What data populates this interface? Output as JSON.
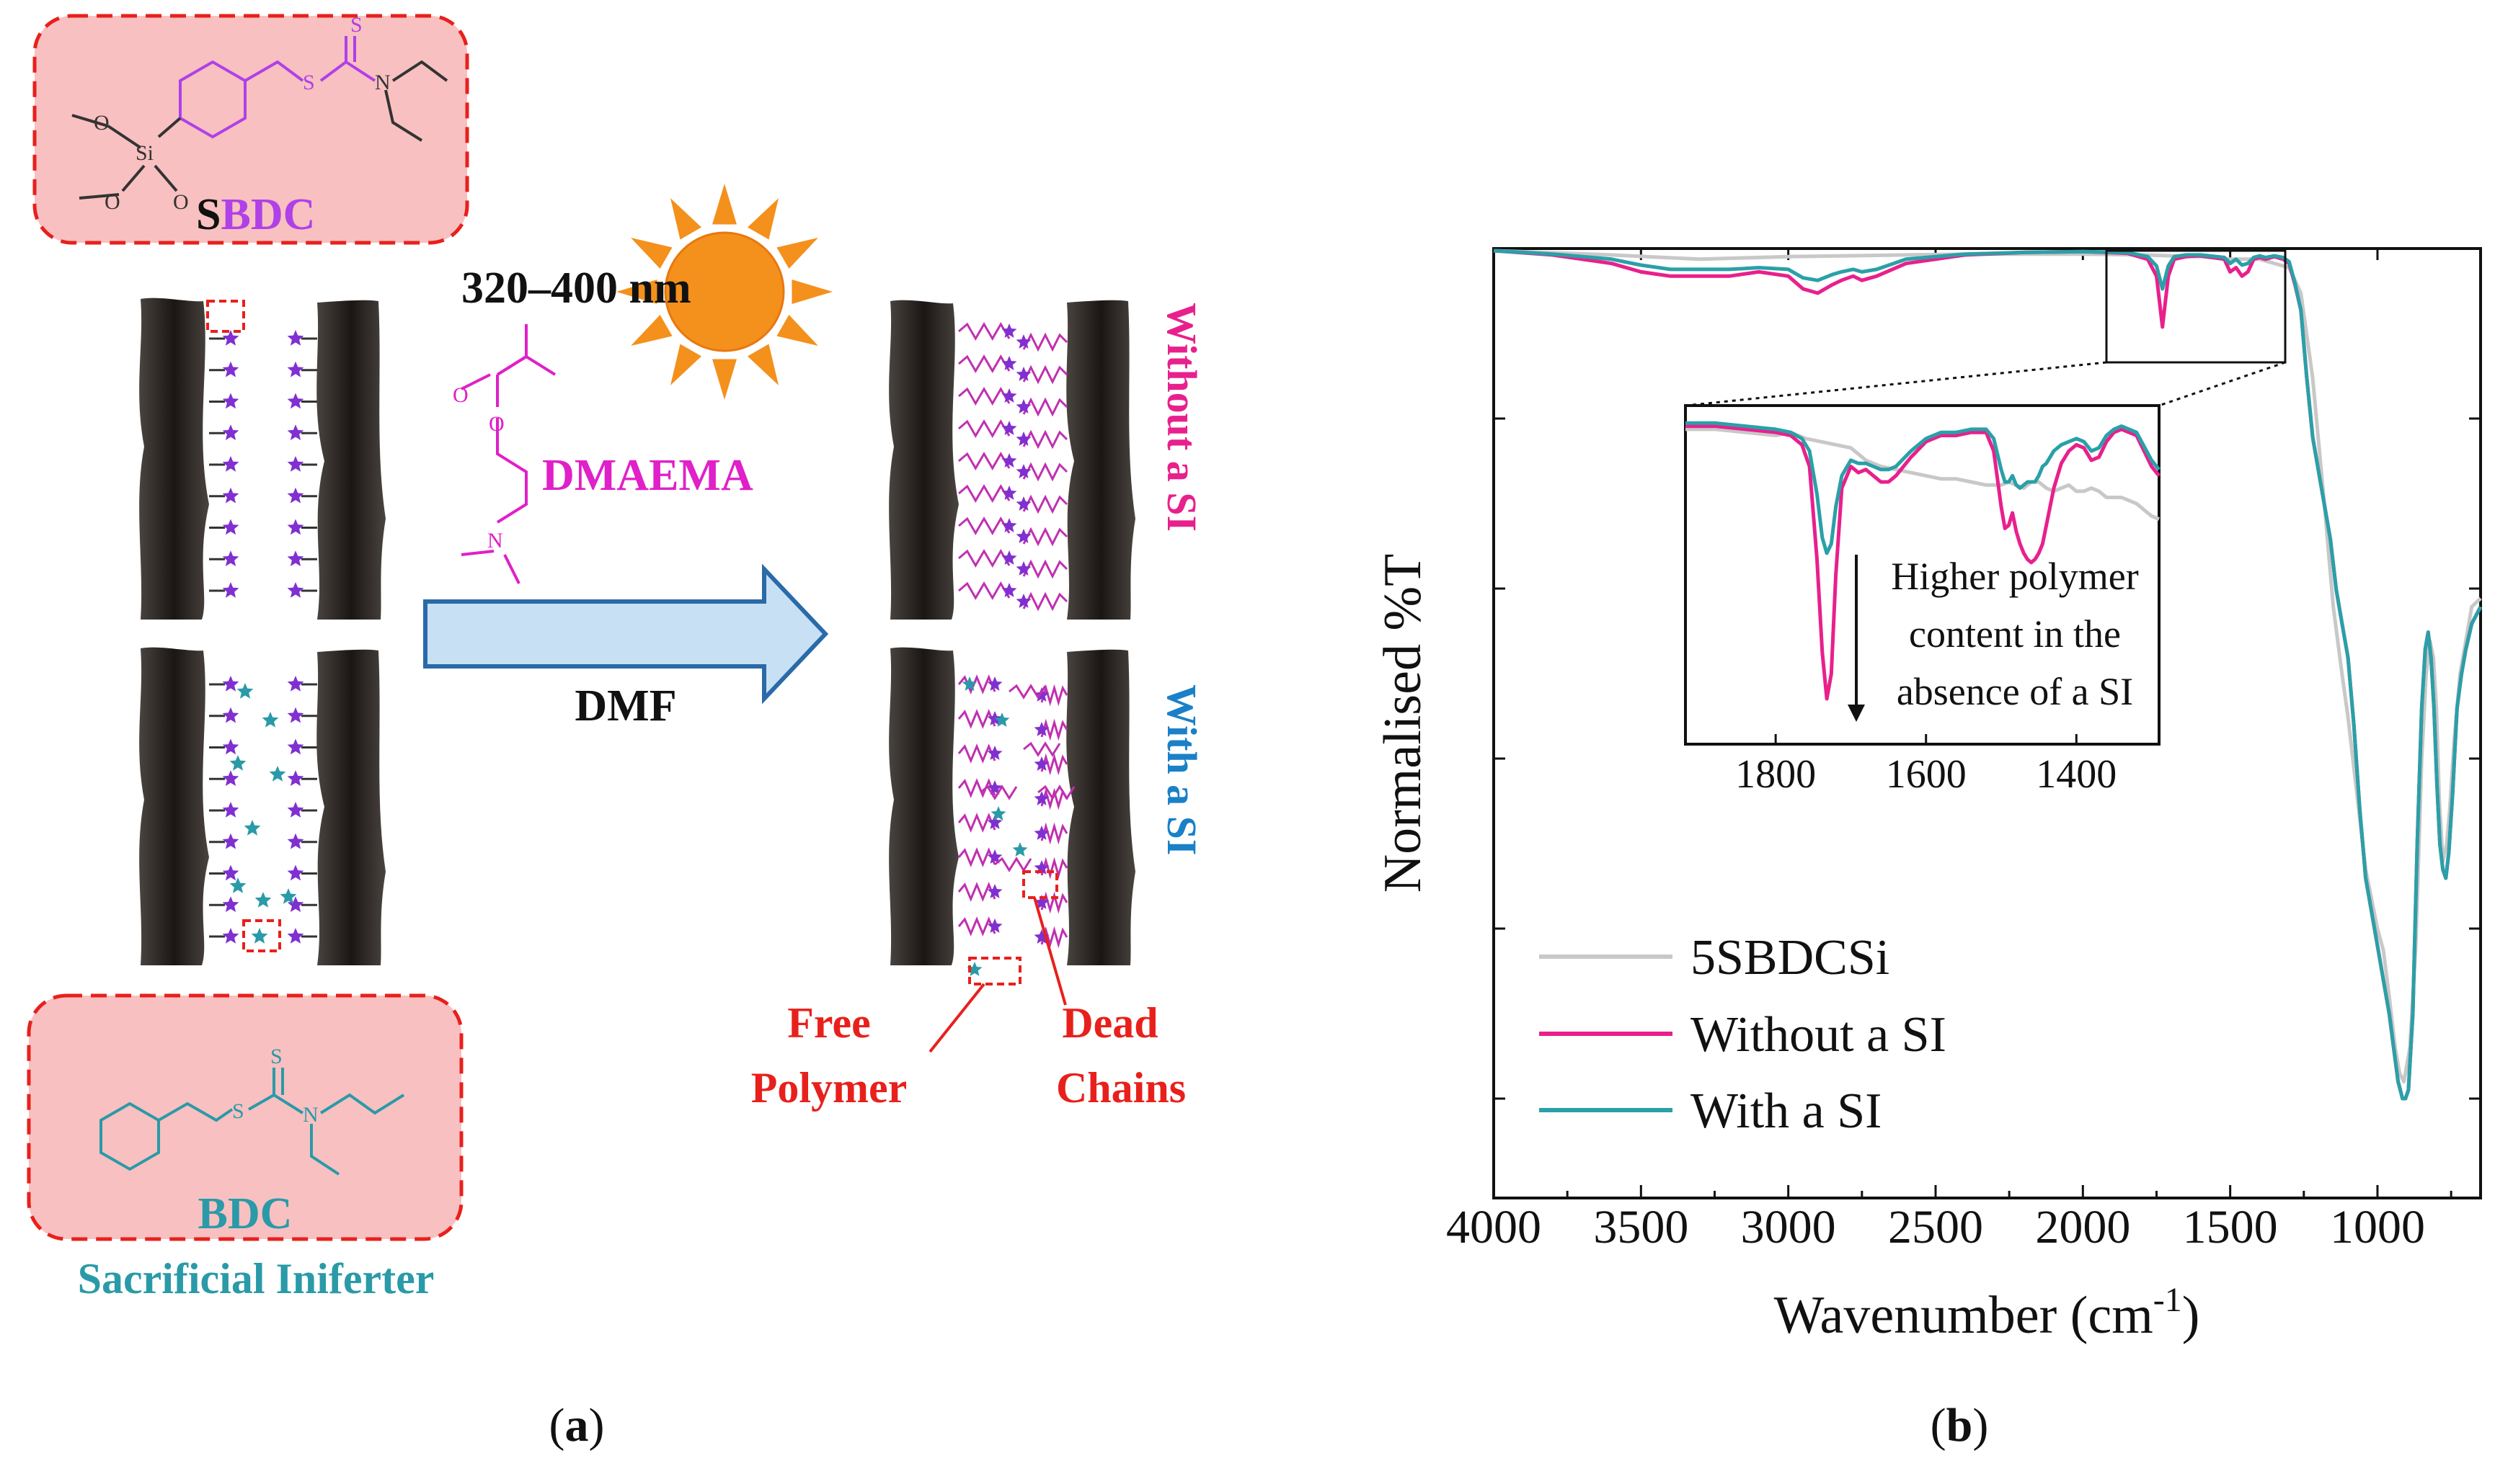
{
  "panel_a": {
    "sbdc_label_s": "S",
    "sbdc_label_rest": "BDC",
    "sbdc_chem": {
      "s_top": "S",
      "s_mid": "S",
      "n": "N",
      "si": "Si",
      "o1": "O",
      "o2": "O",
      "o3": "O"
    },
    "wavelength": "320–400 nm",
    "monomer": "DMAEMA",
    "monomer_chem": {
      "o1": "O",
      "o2": "O",
      "n": "N"
    },
    "solvent": "DMF",
    "without_si": "Without a SI",
    "with_si": "With a SI",
    "free_polymer_1": "Free",
    "free_polymer_2": "Polymer",
    "dead_chains_1": "Dead",
    "dead_chains_2": "Chains",
    "bdc_chem": {
      "s_top": "S",
      "s_mid": "S",
      "n": "N"
    },
    "bdc_label": "BDC",
    "si_label": "Sacrificial Iniferter",
    "caption_open": "(",
    "caption_letter": "a",
    "caption_close": ")",
    "colors": {
      "sbdc_purple": "#b040e8",
      "bdc_teal": "#2a9aa8",
      "magenta": "#e8208c",
      "red": "#e8201c",
      "blue": "#1a80c8",
      "box_fill": "#f8c0c0",
      "box_border": "#e8201c",
      "arrow_fill": "#c8e0f4",
      "arrow_stroke": "#2a6aa8",
      "sun": "#f4901c"
    }
  },
  "panel_b": {
    "caption_open": "(",
    "caption_letter": "b",
    "caption_close": ")",
    "inset_annotation": [
      "Higher polymer",
      "content in the",
      "absence of a SI"
    ]
  },
  "chart_data": {
    "type": "line",
    "title": "",
    "xlabel": "Wavenumber (cm",
    "xlabel_sup": "-1",
    "xlabel_close": ")",
    "ylabel": "Normalised %T",
    "xlim": [
      4000,
      650
    ],
    "x_reversed": true,
    "ylim": [
      0,
      1
    ],
    "y_tick_labels": "none",
    "x_ticks": [
      4000,
      3500,
      3000,
      2500,
      2000,
      1500,
      1000
    ],
    "legend_position": "bottom-left",
    "series": [
      {
        "name": "5SBDCSi",
        "color": "#c8c8c8",
        "x": [
          4000,
          3600,
          3300,
          3000,
          2800,
          2600,
          2400,
          2000,
          1800,
          1600,
          1500,
          1400,
          1300,
          1260,
          1220,
          1180,
          1150,
          1120,
          1100,
          1080,
          1060,
          1040,
          1000,
          980,
          960,
          940,
          925,
          910,
          890,
          870,
          850,
          835,
          822,
          810,
          800,
          790,
          778,
          765,
          755,
          740,
          720,
          700,
          680,
          650
        ],
        "y": [
          1.0,
          0.995,
          0.99,
          0.993,
          0.994,
          0.995,
          0.996,
          0.996,
          0.995,
          0.993,
          0.99,
          0.99,
          0.98,
          0.95,
          0.85,
          0.7,
          0.58,
          0.5,
          0.45,
          0.39,
          0.33,
          0.27,
          0.2,
          0.175,
          0.12,
          0.06,
          0.03,
          0.02,
          0.06,
          0.18,
          0.4,
          0.5,
          0.54,
          0.52,
          0.46,
          0.35,
          0.28,
          0.3,
          0.34,
          0.42,
          0.5,
          0.54,
          0.58,
          0.59
        ]
      },
      {
        "name": "Without a SI",
        "color": "#e8208c",
        "x": [
          4000,
          3800,
          3600,
          3500,
          3400,
          3300,
          3200,
          3100,
          3000,
          2950,
          2900,
          2850,
          2820,
          2780,
          2750,
          2700,
          2600,
          2400,
          2200,
          2000,
          1850,
          1780,
          1750,
          1730,
          1710,
          1690,
          1650,
          1600,
          1520,
          1500,
          1480,
          1460,
          1440,
          1420,
          1400,
          1380,
          1350,
          1320,
          1300,
          1280,
          1260,
          1240,
          1220,
          1200,
          1180,
          1160,
          1140,
          1120,
          1100,
          1080,
          1060,
          1040,
          1020,
          1000,
          980,
          960,
          945,
          930,
          915,
          905,
          895,
          880,
          865,
          850,
          838,
          828,
          818,
          808,
          798,
          788,
          778,
          768,
          758,
          745,
          730,
          715,
          700,
          680,
          650
        ],
        "y": [
          1.0,
          0.995,
          0.985,
          0.975,
          0.97,
          0.97,
          0.97,
          0.975,
          0.97,
          0.955,
          0.95,
          0.96,
          0.965,
          0.97,
          0.965,
          0.97,
          0.985,
          0.995,
          0.998,
          0.999,
          0.997,
          0.99,
          0.97,
          0.91,
          0.97,
          0.99,
          0.993,
          0.994,
          0.99,
          0.975,
          0.98,
          0.97,
          0.975,
          0.99,
          0.992,
          0.99,
          0.993,
          0.99,
          0.985,
          0.96,
          0.93,
          0.85,
          0.78,
          0.74,
          0.7,
          0.66,
          0.6,
          0.56,
          0.52,
          0.44,
          0.34,
          0.26,
          0.22,
          0.18,
          0.14,
          0.1,
          0.06,
          0.02,
          0.0,
          0.0,
          0.01,
          0.1,
          0.3,
          0.46,
          0.53,
          0.55,
          0.52,
          0.46,
          0.37,
          0.3,
          0.27,
          0.26,
          0.29,
          0.36,
          0.46,
          0.5,
          0.53,
          0.56,
          0.58
        ]
      },
      {
        "name": "With a SI",
        "color": "#2aa0a8",
        "x": [
          4000,
          3800,
          3600,
          3500,
          3400,
          3300,
          3200,
          3100,
          3000,
          2950,
          2900,
          2850,
          2820,
          2780,
          2750,
          2700,
          2600,
          2400,
          2200,
          2000,
          1850,
          1780,
          1750,
          1730,
          1710,
          1690,
          1650,
          1600,
          1520,
          1500,
          1480,
          1460,
          1440,
          1420,
          1400,
          1380,
          1350,
          1320,
          1300,
          1280,
          1260,
          1240,
          1220,
          1200,
          1180,
          1160,
          1140,
          1120,
          1100,
          1080,
          1060,
          1040,
          1020,
          1000,
          980,
          960,
          945,
          930,
          915,
          905,
          895,
          880,
          865,
          850,
          838,
          828,
          818,
          808,
          798,
          788,
          778,
          768,
          758,
          745,
          730,
          715,
          700,
          680,
          650
        ],
        "y": [
          1.0,
          0.996,
          0.99,
          0.983,
          0.978,
          0.978,
          0.978,
          0.98,
          0.978,
          0.968,
          0.965,
          0.972,
          0.975,
          0.978,
          0.975,
          0.978,
          0.99,
          0.996,
          0.998,
          0.999,
          0.998,
          0.993,
          0.982,
          0.955,
          0.982,
          0.993,
          0.995,
          0.995,
          0.992,
          0.985,
          0.99,
          0.983,
          0.985,
          0.992,
          0.994,
          0.992,
          0.994,
          0.992,
          0.987,
          0.962,
          0.93,
          0.85,
          0.78,
          0.74,
          0.7,
          0.66,
          0.6,
          0.56,
          0.52,
          0.44,
          0.34,
          0.26,
          0.22,
          0.18,
          0.14,
          0.1,
          0.06,
          0.02,
          0.0,
          0.0,
          0.01,
          0.1,
          0.3,
          0.46,
          0.53,
          0.55,
          0.52,
          0.46,
          0.37,
          0.3,
          0.27,
          0.26,
          0.29,
          0.36,
          0.46,
          0.5,
          0.53,
          0.56,
          0.58
        ]
      }
    ],
    "inset": {
      "type": "line",
      "xlim": [
        1920,
        1290
      ],
      "x_reversed": true,
      "ylim": [
        0,
        1
      ],
      "x_ticks": [
        1800,
        1600,
        1400
      ],
      "series": [
        {
          "name": "5SBDCSi",
          "color": "#c8c8c8",
          "x": [
            1920,
            1880,
            1840,
            1800,
            1780,
            1760,
            1740,
            1720,
            1700,
            1680,
            1660,
            1640,
            1620,
            1600,
            1580,
            1560,
            1540,
            1520,
            1500,
            1490,
            1480,
            1470,
            1460,
            1450,
            1440,
            1430,
            1420,
            1410,
            1400,
            1390,
            1380,
            1370,
            1360,
            1340,
            1320,
            1300,
            1290
          ],
          "y": [
            0.97,
            0.97,
            0.96,
            0.95,
            0.96,
            0.94,
            0.93,
            0.92,
            0.91,
            0.87,
            0.85,
            0.84,
            0.83,
            0.82,
            0.81,
            0.81,
            0.8,
            0.79,
            0.79,
            0.8,
            0.79,
            0.78,
            0.8,
            0.8,
            0.78,
            0.77,
            0.78,
            0.79,
            0.77,
            0.77,
            0.78,
            0.77,
            0.75,
            0.75,
            0.73,
            0.69,
            0.68
          ]
        },
        {
          "name": "Without a SI",
          "color": "#e8208c",
          "x": [
            1920,
            1880,
            1840,
            1800,
            1780,
            1765,
            1755,
            1745,
            1738,
            1732,
            1726,
            1720,
            1712,
            1700,
            1690,
            1680,
            1670,
            1660,
            1650,
            1640,
            1620,
            1600,
            1580,
            1560,
            1540,
            1520,
            1510,
            1500,
            1495,
            1490,
            1485,
            1480,
            1475,
            1470,
            1465,
            1460,
            1455,
            1450,
            1445,
            1440,
            1430,
            1420,
            1410,
            1400,
            1390,
            1380,
            1370,
            1360,
            1350,
            1340,
            1320,
            1300,
            1290
          ],
          "y": [
            0.98,
            0.98,
            0.97,
            0.96,
            0.95,
            0.92,
            0.85,
            0.55,
            0.25,
            0.1,
            0.18,
            0.5,
            0.78,
            0.85,
            0.83,
            0.84,
            0.82,
            0.8,
            0.8,
            0.82,
            0.88,
            0.93,
            0.95,
            0.95,
            0.96,
            0.96,
            0.9,
            0.72,
            0.65,
            0.66,
            0.7,
            0.64,
            0.6,
            0.57,
            0.55,
            0.54,
            0.55,
            0.57,
            0.6,
            0.66,
            0.78,
            0.86,
            0.9,
            0.92,
            0.91,
            0.87,
            0.88,
            0.93,
            0.96,
            0.97,
            0.95,
            0.85,
            0.82
          ]
        },
        {
          "name": "With a SI",
          "color": "#2aa0a8",
          "x": [
            1920,
            1880,
            1840,
            1800,
            1780,
            1765,
            1755,
            1745,
            1738,
            1732,
            1726,
            1720,
            1712,
            1700,
            1690,
            1680,
            1670,
            1660,
            1650,
            1640,
            1620,
            1600,
            1580,
            1560,
            1540,
            1520,
            1510,
            1500,
            1495,
            1490,
            1485,
            1480,
            1475,
            1470,
            1465,
            1460,
            1455,
            1450,
            1445,
            1440,
            1430,
            1420,
            1410,
            1400,
            1390,
            1380,
            1370,
            1360,
            1350,
            1340,
            1320,
            1300,
            1290
          ],
          "y": [
            0.99,
            0.99,
            0.98,
            0.97,
            0.96,
            0.94,
            0.9,
            0.76,
            0.62,
            0.57,
            0.6,
            0.72,
            0.82,
            0.87,
            0.86,
            0.86,
            0.85,
            0.84,
            0.84,
            0.85,
            0.9,
            0.94,
            0.96,
            0.96,
            0.97,
            0.97,
            0.94,
            0.84,
            0.8,
            0.8,
            0.82,
            0.79,
            0.78,
            0.79,
            0.8,
            0.8,
            0.8,
            0.82,
            0.85,
            0.86,
            0.9,
            0.92,
            0.93,
            0.94,
            0.93,
            0.9,
            0.91,
            0.95,
            0.97,
            0.98,
            0.96,
            0.87,
            0.84
          ]
        }
      ]
    }
  }
}
